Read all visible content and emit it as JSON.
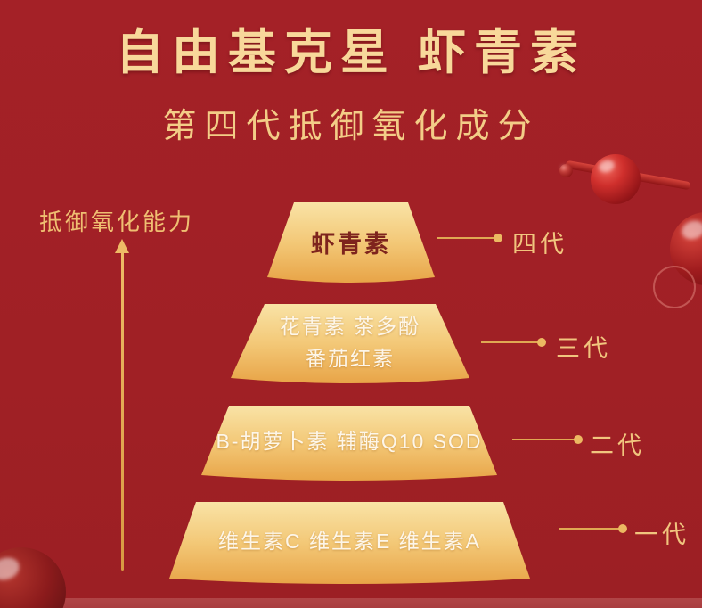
{
  "colors": {
    "background": "#A02025",
    "title_gold": "#F8D89A",
    "accent_gold": "#EFBF72",
    "tier_gradient_top": "#F9E3A6",
    "tier_gradient_bottom": "#E8A447",
    "tier_text_light": "#FDF6E9",
    "tier_text_dark": "#7E241D"
  },
  "header": {
    "title": "自由基克星 虾青素",
    "subtitle": "第四代抵御氧化成分"
  },
  "axis": {
    "label": "抵御氧化能力"
  },
  "pyramid": {
    "tiers": [
      {
        "label_lines": [
          "虾青素"
        ],
        "generation": "四代"
      },
      {
        "label_lines": [
          "花青素 茶多酚",
          "番茄红素"
        ],
        "generation": "三代"
      },
      {
        "label_lines": [
          "B-胡萝卜素 辅酶Q10 SOD"
        ],
        "generation": "二代"
      },
      {
        "label_lines": [
          "维生素C 维生素E 维生素A"
        ],
        "generation": "一代"
      }
    ]
  }
}
